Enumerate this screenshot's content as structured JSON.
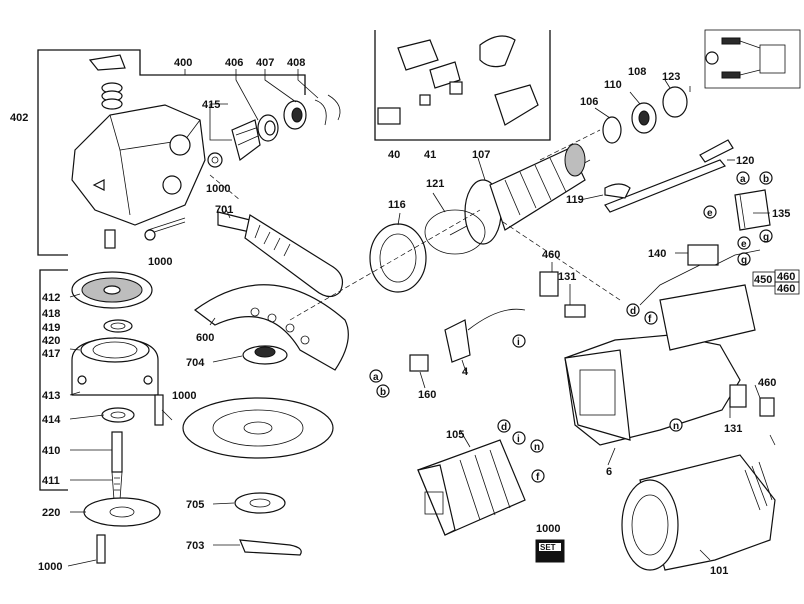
{
  "labels": {
    "p400": "400",
    "p402": "402",
    "p406": "406",
    "p407": "407",
    "p408": "408",
    "p415": "415",
    "p1000a": "1000",
    "p1000b": "1000",
    "p1000c": "1000",
    "p1000d": "1000",
    "p1000e": "1000",
    "p701": "701",
    "p412": "412",
    "p418": "418",
    "p419": "419",
    "p420": "420",
    "p417": "417",
    "p413": "413",
    "p414": "414",
    "p410": "410",
    "p411": "411",
    "p220": "220",
    "p600": "600",
    "p704": "704",
    "p705": "705",
    "p703": "703",
    "p40": "40",
    "p41": "41",
    "p106": "106",
    "p110": "110",
    "p108": "108",
    "p123": "123",
    "p107": "107",
    "p121": "121",
    "p116": "116",
    "p119": "119",
    "p120": "120",
    "p135": "135",
    "p140": "140",
    "p460a": "460",
    "p460b": "460",
    "p460c": "460",
    "p460d": "460",
    "p450": "450",
    "p131a": "131",
    "p131b": "131",
    "p4": "4",
    "p160": "160",
    "p105": "105",
    "p6": "6",
    "p101": "101",
    "c_a1": "a",
    "c_b1": "b",
    "c_e1": "e",
    "c_g1": "g",
    "c_e2": "e",
    "c_g2": "g",
    "c_d1": "d",
    "c_f1": "f",
    "c_i1": "i",
    "c_a2": "a",
    "c_b2": "b",
    "c_d2": "d",
    "c_i2": "i",
    "c_n1": "n",
    "c_f2": "f",
    "c_n2": "n",
    "set": "SET"
  }
}
